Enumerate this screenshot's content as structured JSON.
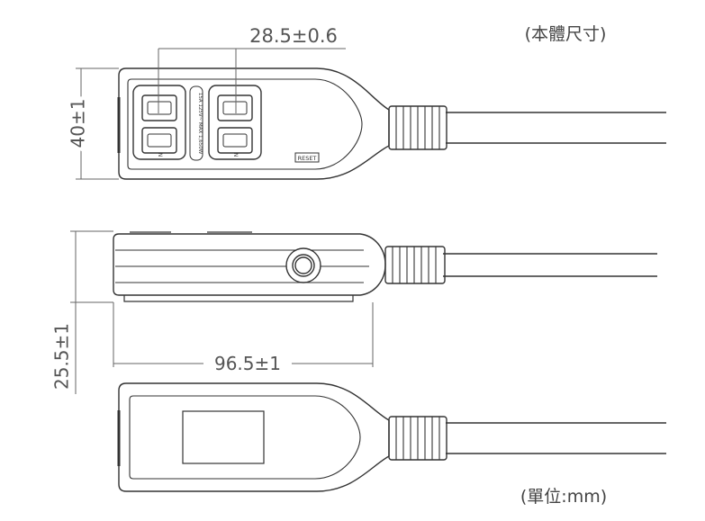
{
  "labels": {
    "body_size": "(本體尺寸)",
    "unit": "(單位:mm)",
    "width_dim": "28.5±0.6",
    "height_dim": "40±1",
    "depth_dim": "25.5±1",
    "length_dim": "96.5±1",
    "rating": "15A 125V~ MAX 1,650W",
    "reset": "RESET",
    "outlet_mark_1": "N",
    "outlet_mark_2": "N"
  },
  "colors": {
    "line": "#333333",
    "dim_line": "#666666",
    "text": "#555555"
  }
}
